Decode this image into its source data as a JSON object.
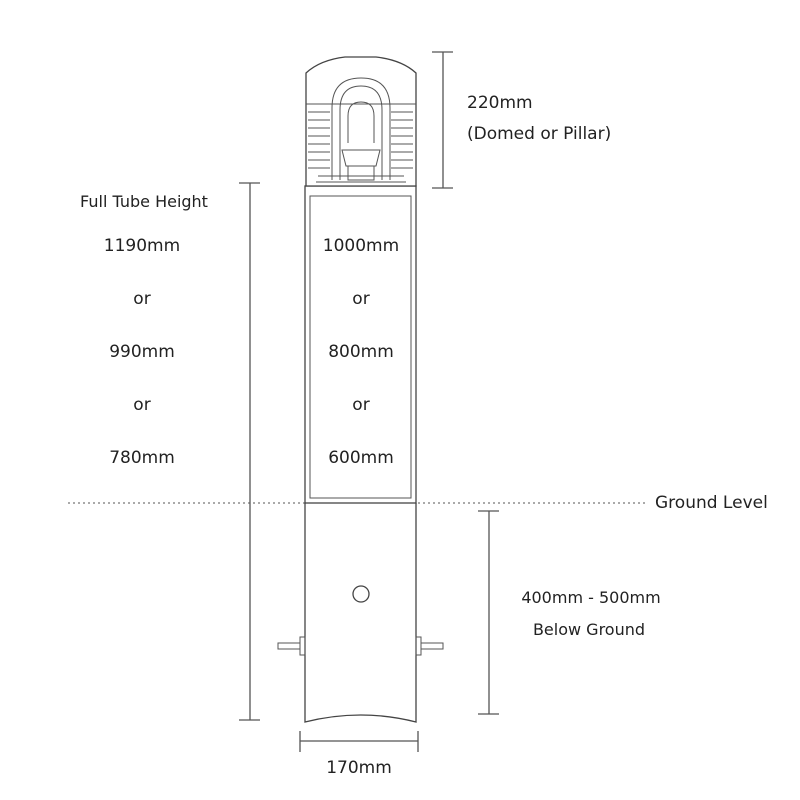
{
  "head_height": {
    "value": "220mm",
    "note": "(Domed or Pillar)"
  },
  "full_tube": {
    "title": "Full Tube Height",
    "options": [
      "1190mm",
      "or",
      "990mm",
      "or",
      "780mm"
    ]
  },
  "above_ground": {
    "options": [
      "1000mm",
      "or",
      "800mm",
      "or",
      "600mm"
    ]
  },
  "ground_level": "Ground Level",
  "below_ground": {
    "value": "400mm - 500mm",
    "note": "Below Ground"
  },
  "width": "170mm"
}
